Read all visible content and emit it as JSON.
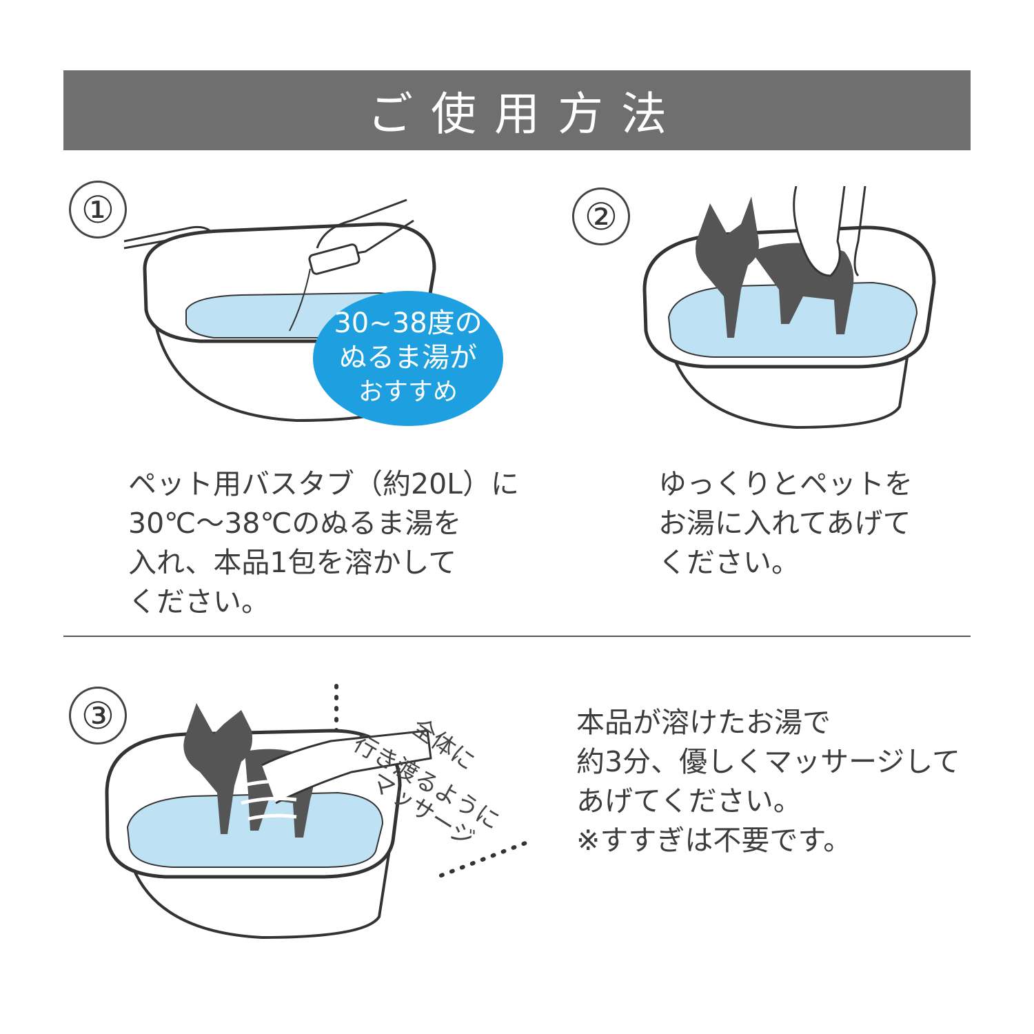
{
  "header": {
    "title": "ご使用方法"
  },
  "steps": [
    {
      "number": "①",
      "description": "ペット用バスタブ（約20L）に\n30℃〜38℃のぬるま湯を\n入れ、本品1包を溶かして\nください。"
    },
    {
      "number": "②",
      "description": "ゆっくりとペットを\nお湯に入れてあげて\nください。"
    },
    {
      "number": "③",
      "description": "本品が溶けたお湯で\n約3分、優しくマッサージして\nあげてください。\n※すすぎは不要です。"
    }
  ],
  "bubble": {
    "line1": "30~38度の",
    "line2": "ぬるま湯が",
    "line3": "おすすめ"
  },
  "massage_note": {
    "line1": "全体に",
    "line2": "行き渡るように",
    "line3": "マッサージ"
  },
  "colors": {
    "header_bg": "#6f6f6f",
    "water": "#bfe1f4",
    "bubble": "#1ea0e0",
    "dog": "#555555"
  }
}
